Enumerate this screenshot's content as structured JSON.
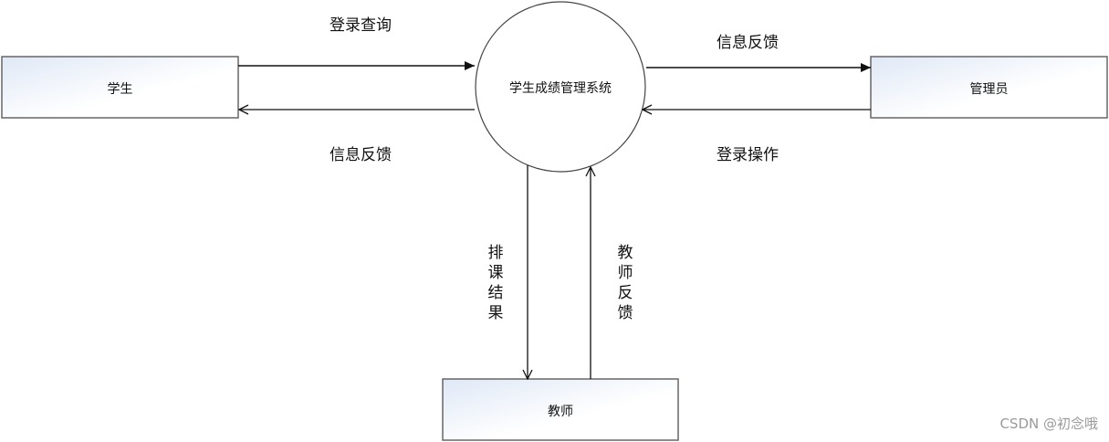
{
  "entities": {
    "student": "学生",
    "admin": "管理员",
    "teacher": "教师"
  },
  "process": "学生成绩管理系统",
  "flows": {
    "student_to_system": "登录查询",
    "system_to_student": "信息反馈",
    "system_to_admin": "信息反馈",
    "admin_to_system": "登录操作",
    "system_to_teacher": "排课结果",
    "teacher_to_system": "教师反馈"
  },
  "watermark": "CSDN @初念哦",
  "colors": {
    "box_gradient_start": "#dfe8f6",
    "box_gradient_end": "#ffffff",
    "stroke": "#555555"
  }
}
